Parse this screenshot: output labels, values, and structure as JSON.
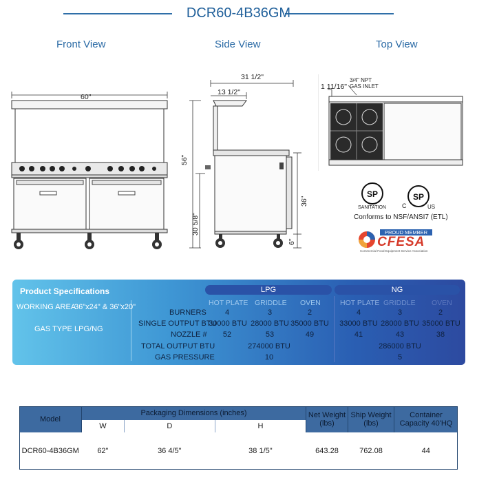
{
  "title": "DCR60-4B36GM",
  "views": {
    "front": "Front View",
    "side": "Side View",
    "top": "Top View"
  },
  "dimensions": {
    "front_width": "60\"",
    "side_depth": "31 1/2\"",
    "side_depth2": "13 1/2\"",
    "side_height": "56\"",
    "side_leg_height": "30 5/8\"",
    "side_counter_height": "36\"",
    "side_leg": "6\"",
    "top_inlet": "1 11/16\"",
    "top_inlet_label": "3/4\" NPT GAS INLET"
  },
  "certifications": {
    "sanitation_label": "SANITATION",
    "c_label": "C",
    "us_label": "US",
    "conformance": "Conforms to NSF/ANSI7 (ETL)",
    "proud_member": "PROUD MEMBER",
    "cfesa": "CFESA",
    "cfesa_tagline": "Commercial Food Equipment Service Association"
  },
  "specs": {
    "heading": "Product Specifications",
    "working_area_label": "WORKING AREA",
    "working_area_value": "36\"x24\" & 36\"x20\"",
    "gas_type_label": "GAS TYPE",
    "gas_type_value": "LPG/NG",
    "lpg": "LPG",
    "ng": "NG",
    "cols": [
      "HOT PLATE",
      "GRIDDLE",
      "OVEN"
    ],
    "rows": {
      "burners": "BURNERS",
      "single_output": "SINGLE OUTPUT BTU",
      "nozzle": "NOZZLE #",
      "total_output": "TOTAL OUTPUT BTU",
      "gas_pressure": "GAS PRESSURE"
    },
    "lpg_values": {
      "burners": [
        "4",
        "3",
        "2"
      ],
      "single_output": [
        "30000 BTU",
        "28000 BTU",
        "35000 BTU"
      ],
      "nozzle": [
        "52",
        "53",
        "49"
      ],
      "total_output": "274000 BTU",
      "gas_pressure": "10"
    },
    "ng_values": {
      "burners": [
        "4",
        "3",
        "2"
      ],
      "single_output": [
        "33000 BTU",
        "28000 BTU",
        "35000 BTU"
      ],
      "nozzle": [
        "41",
        "43",
        "38"
      ],
      "total_output": "286000 BTU",
      "gas_pressure": "5"
    }
  },
  "packaging": {
    "model_header": "Model",
    "pack_header": "Packaging Dimensions (inches)",
    "w": "W",
    "d": "D",
    "h": "H",
    "net_weight": "Net Weight (lbs)",
    "ship_weight": "Ship Weight (lbs)",
    "container": "Container Capacity 40'HQ",
    "row": {
      "model": "DCR60-4B36GM",
      "w": "62\"",
      "d": "36 4/5\"",
      "h": "38 1/5\"",
      "net": "643.28",
      "ship": "762.08",
      "container": "44"
    }
  }
}
